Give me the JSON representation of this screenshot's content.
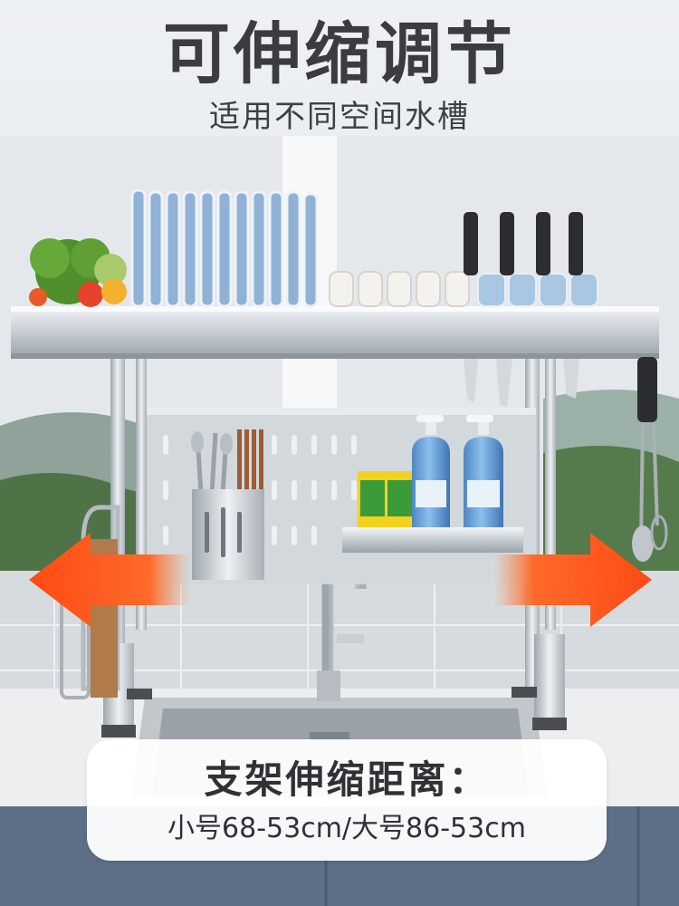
{
  "header": {
    "title": "可伸缩调节",
    "subtitle": "适用不同空间水槽"
  },
  "info_box": {
    "heading": "支架伸缩距离：",
    "spec": "小号68-53cm/大号86-53cm"
  },
  "colors": {
    "arrow": "#ff5a1f",
    "steel": "#c9ced3",
    "plate_blue": "#8fb2d6",
    "soap_blue": "#5f95d0",
    "sponge_yellow": "#f2d21c",
    "sponge_green": "#3b9a3a"
  }
}
